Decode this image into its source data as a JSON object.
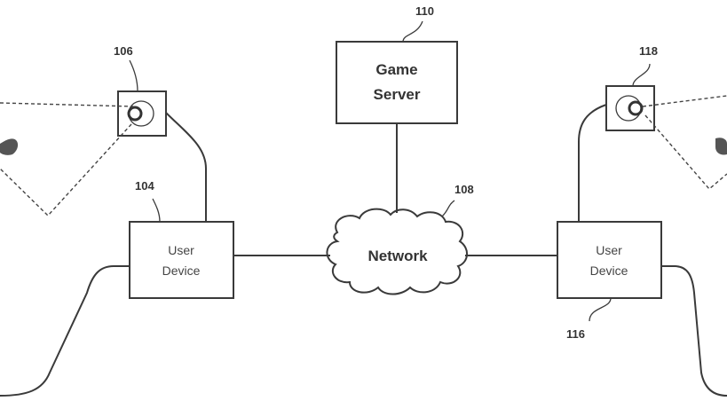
{
  "diagram": {
    "game_server": {
      "ref": "110",
      "line1": "Game",
      "line2": "Server"
    },
    "network": {
      "ref": "108",
      "label": "Network"
    },
    "user_device_left": {
      "ref": "104",
      "line1": "User",
      "line2": "Device"
    },
    "user_device_right": {
      "ref": "116",
      "line1": "User",
      "line2": "Device"
    },
    "camera_left": {
      "ref": "106"
    },
    "camera_right": {
      "ref": "118"
    },
    "icons": {
      "hand_left": "hand-icon",
      "hand_right": "hand-icon"
    },
    "colors": {
      "line": "#3a3a3a",
      "background": "#ffffff"
    }
  }
}
